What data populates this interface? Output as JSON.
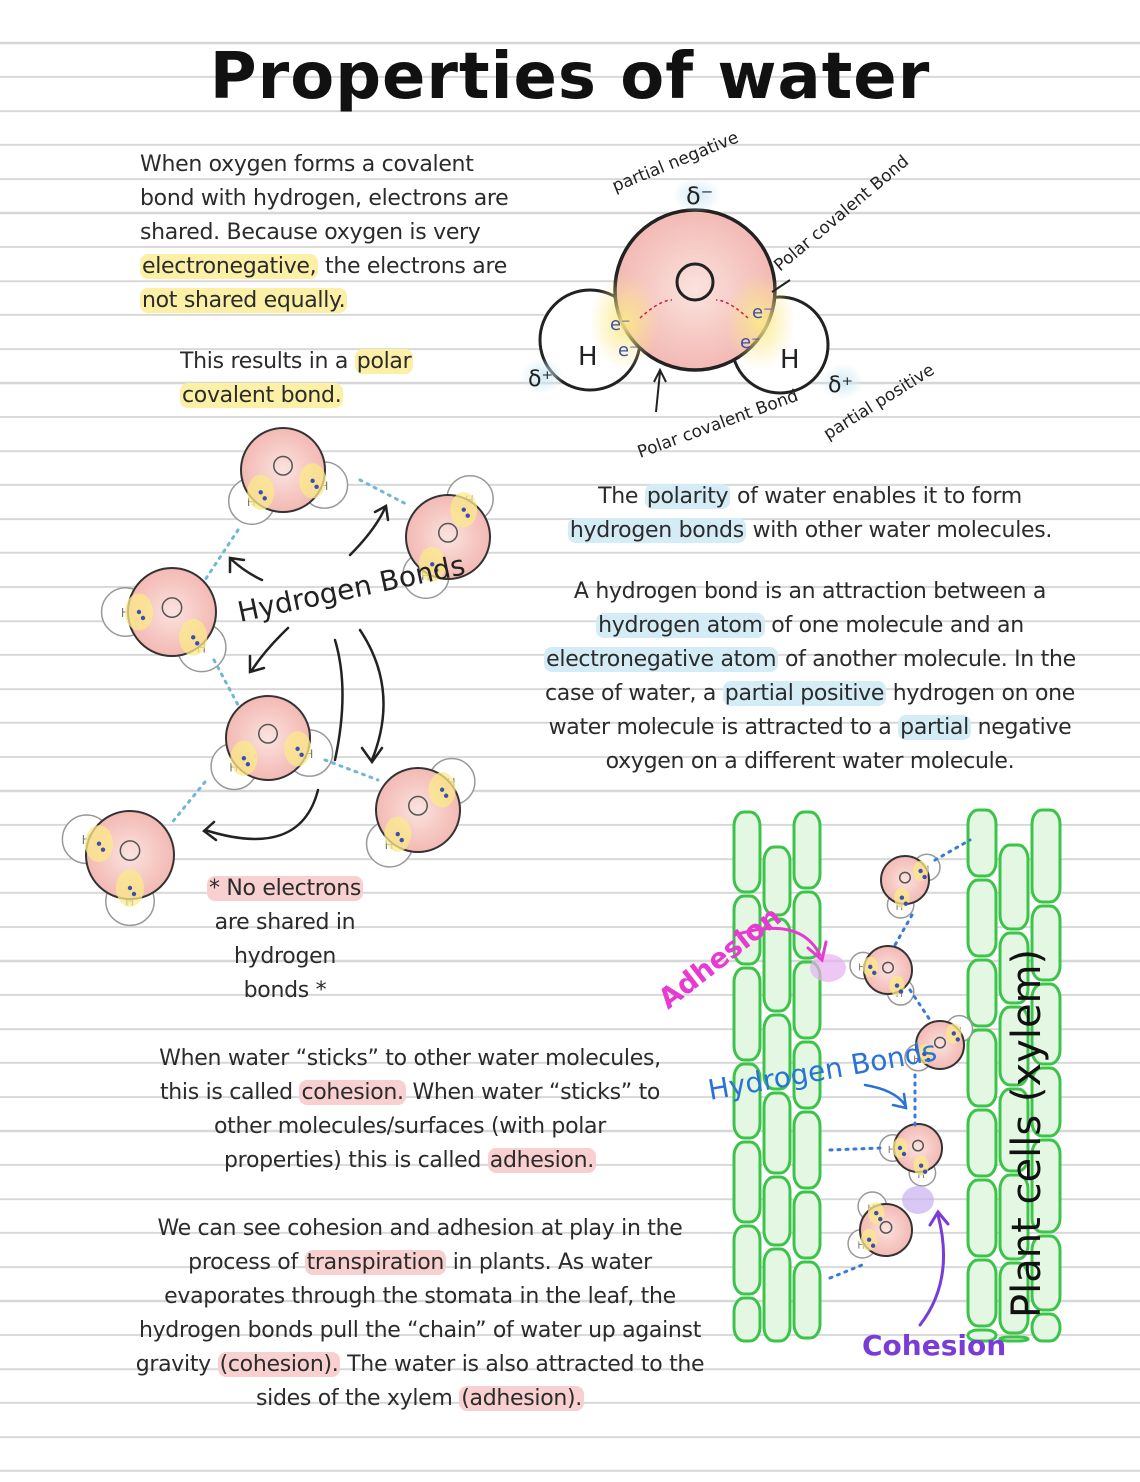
{
  "title": "Properties of water",
  "intro": {
    "line1": "When oxygen forms a covalent",
    "line2": "bond with hydrogen, electrons are",
    "line3": "shared. Because oxygen is very",
    "hl1": "electronegative,",
    "line4_rest": " the electrons are",
    "hl2": "not shared equally."
  },
  "polar": {
    "text1": "This results in a ",
    "hl1": "polar",
    "hl2": "covalent bond."
  },
  "molecule_labels": {
    "partial_negative": "partial negative",
    "delta_minus": "δ⁻",
    "oxygen": "O",
    "hydrogen": "H",
    "polar_covalent_bond": "Polar covalent Bond",
    "delta_plus": "δ⁺",
    "partial_positive": "partial positive",
    "electron": "e⁻"
  },
  "hbond_diagram": {
    "label": "Hydrogen Bonds",
    "note1": "* No electrons",
    "note2": "are shared in",
    "note3": "hydrogen",
    "note4": "bonds *"
  },
  "polarity_text": {
    "pre": "The ",
    "hl1": "polarity",
    "mid": " of water enables it to form",
    "hl2": "hydrogen bonds",
    "post": " with other water molecules."
  },
  "hbond_def": {
    "l1": "A hydrogen bond is an attraction between a",
    "hl1": "hydrogen atom",
    "l2_rest": " of one molecule and an",
    "hl2": "electronegative atom",
    "l3_rest": " of another molecule. In the",
    "l4_pre": "case of water, a ",
    "hl3": "partial positive",
    "l4_rest": " hydrogen on one",
    "l5_pre": "water molecule is attracted to a ",
    "hl4": "partial",
    "l5_rest": " negative",
    "l6": "oxygen on a different water molecule."
  },
  "cohesion_text": {
    "l1": "When water “sticks” to other water molecules,",
    "l2_pre": "this is called ",
    "hl1": "cohesion.",
    "l2_rest": " When water “sticks” to",
    "l3": "other molecules/surfaces (with polar",
    "l4_pre": "properties) this is called ",
    "hl2": "adhesion."
  },
  "transpiration_text": {
    "l1": "We can see cohesion and adhesion at play in the",
    "l2_pre": "process of ",
    "hl1": "transpiration",
    "l2_rest": " in plants. As water",
    "l3": "evaporates through the stomata in the leaf, the",
    "l4": "hydrogen bonds pull the “chain” of water up against",
    "l5_pre": "gravity ",
    "hl2": "(cohesion).",
    "l5_rest": " The water is also attracted to the",
    "l6_pre": "sides of the xylem ",
    "hl3": "(adhesion)."
  },
  "xylem_diagram": {
    "adhesion_label": "Adhesion",
    "hbonds_label": "Hydrogen Bonds",
    "cohesion_label": "Cohesion",
    "xylem_label": "Plant cells (xylem)"
  },
  "colors": {
    "yellow_highlight": "#fbf0a6",
    "blue_highlight": "#d4ecf6",
    "red_highlight": "#f8d0d0",
    "oxygen_fill": "#f6c9c4",
    "cell_green": "#3cc44a",
    "adhesion_magenta": "#e63ad2",
    "hbonds_blue": "#2a72d6",
    "cohesion_purple": "#7a3cd6"
  }
}
